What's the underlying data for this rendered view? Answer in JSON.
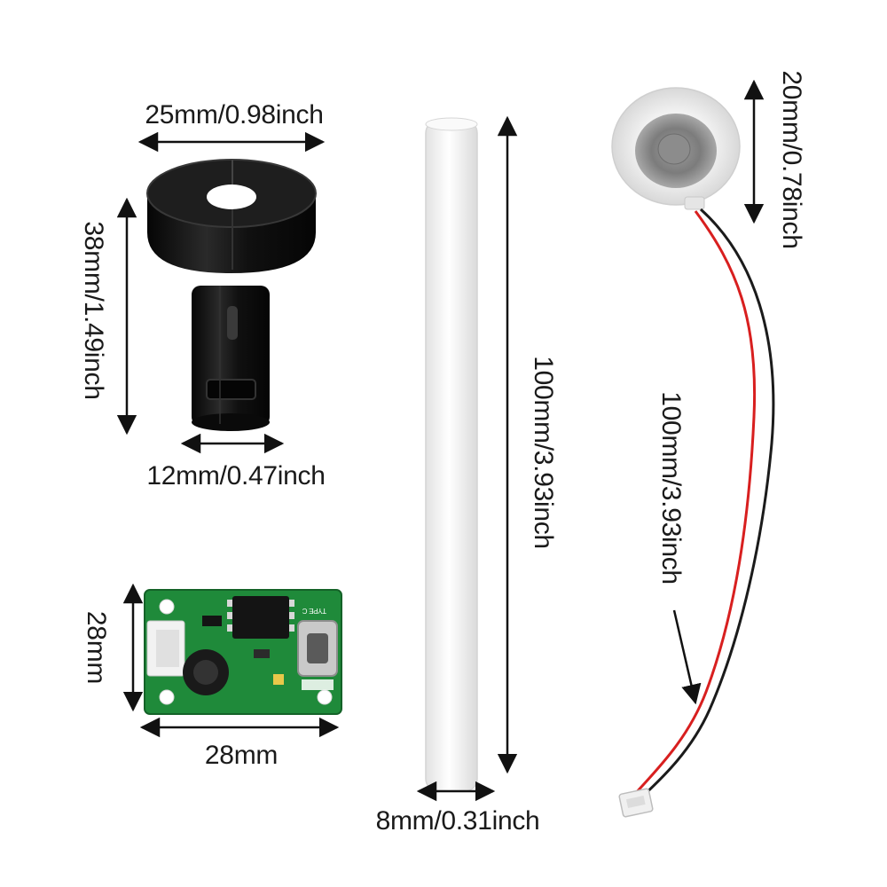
{
  "products": {
    "holder": {
      "width_label": "25mm/0.98inch",
      "height_label": "38mm/1.49inch",
      "base_label": "12mm/0.47inch"
    },
    "stick": {
      "length_label": "100mm/3.93inch",
      "width_label": "8mm/0.31inch"
    },
    "disc": {
      "diameter_label": "20mm/0.78inch",
      "wire_label": "100mm/3.93inch"
    },
    "board": {
      "height_label": "28mm",
      "width_label": "28mm",
      "port_label": "TYPE C"
    }
  },
  "colors": {
    "board_green": "#1f8a3a",
    "holder_black": "#141414",
    "stick_white": "#f4f4f4",
    "wire_red": "#d81f1f",
    "wire_black": "#1b1b1b"
  }
}
